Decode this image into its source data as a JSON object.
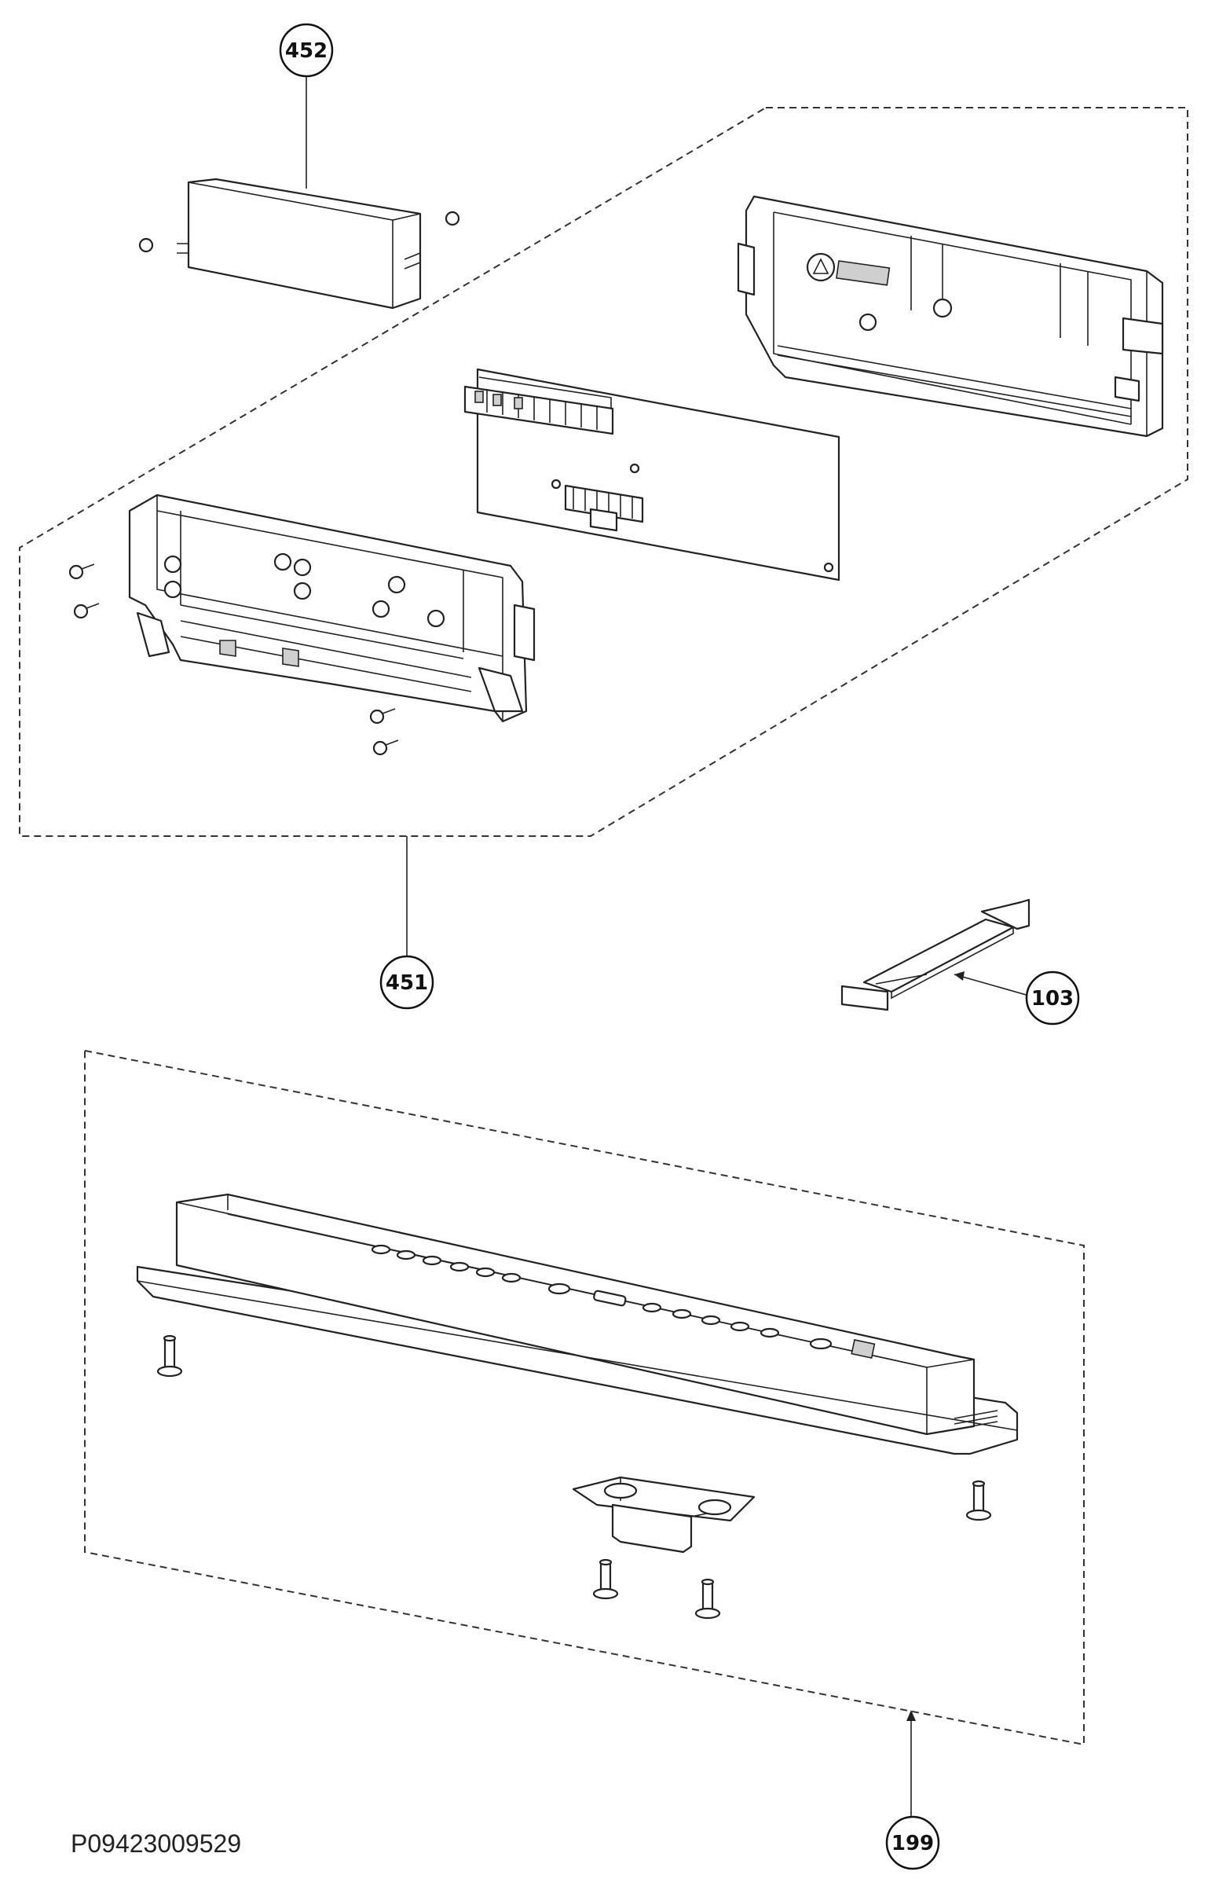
{
  "callouts": {
    "c452": "452",
    "c451": "451",
    "c103": "103",
    "c199": "199"
  },
  "document_id": "P09423009529"
}
